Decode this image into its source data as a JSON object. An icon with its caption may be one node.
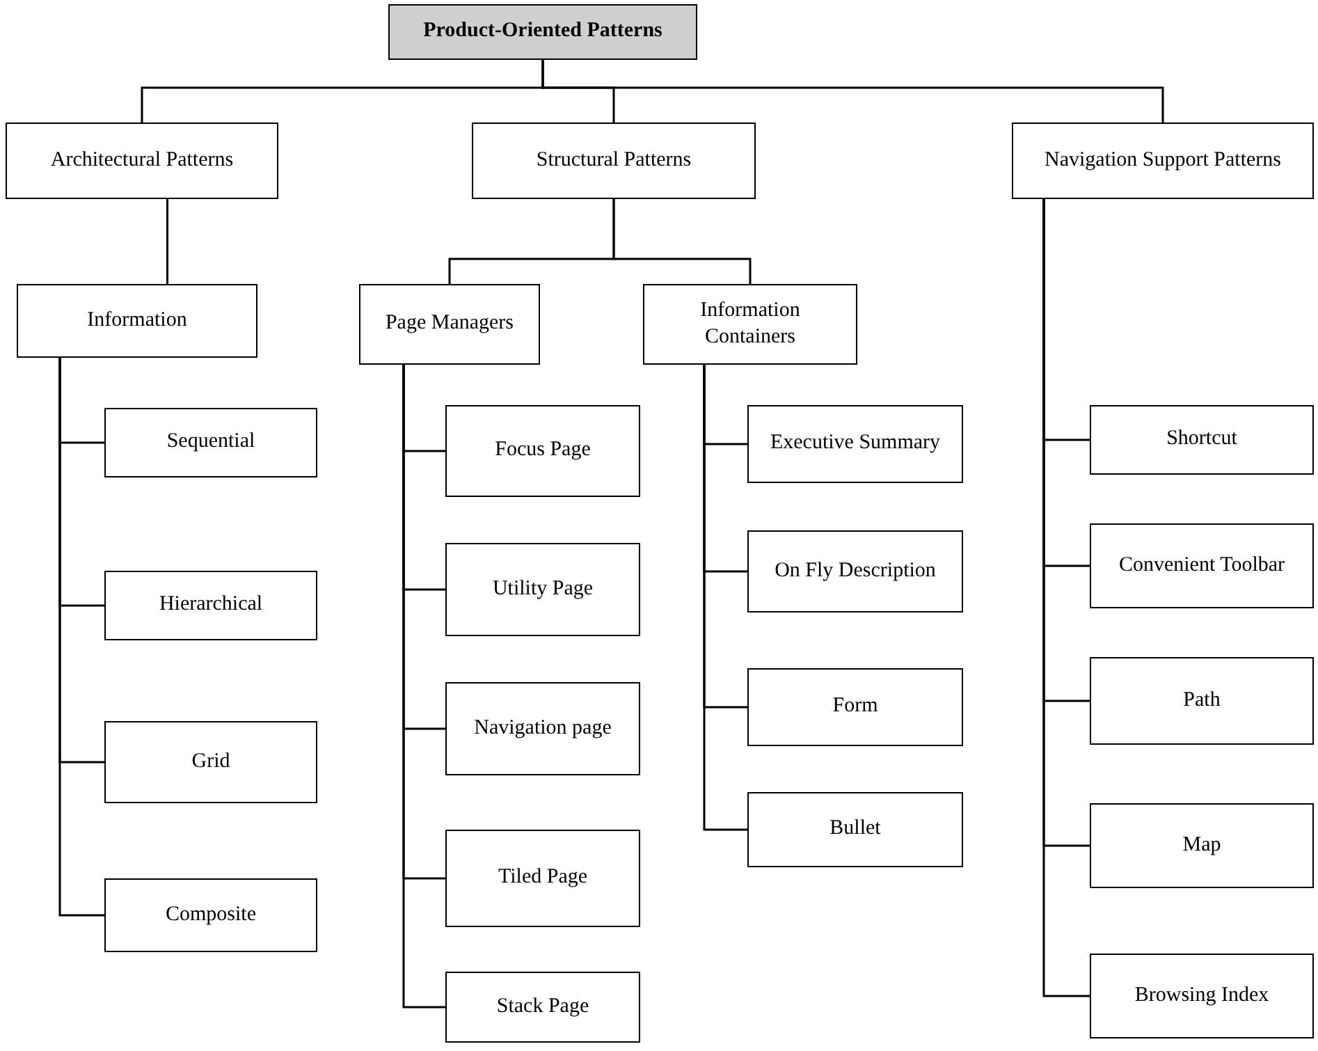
{
  "diagram": {
    "nodes": [
      {
        "text": [
          "Product-Oriented Patterns"
        ]
      },
      {
        "text": [
          "Architectural Patterns"
        ]
      },
      {
        "text": [
          "Structural Patterns"
        ]
      },
      {
        "text": [
          "Navigation Support Patterns"
        ]
      },
      {
        "text": [
          "Information"
        ]
      },
      {
        "text": [
          "Page Managers"
        ]
      },
      {
        "text": [
          "Information Containers"
        ]
      },
      {
        "text": [
          "Sequential"
        ]
      },
      {
        "text": [
          "Hierarchical"
        ]
      },
      {
        "text": [
          "Grid"
        ]
      },
      {
        "text": [
          "Composite"
        ]
      },
      {
        "text": [
          "Focus Page"
        ]
      },
      {
        "text": [
          "Utility Page"
        ]
      },
      {
        "text": [
          "Navigation page"
        ]
      },
      {
        "text": [
          "Tiled Page"
        ]
      },
      {
        "text": [
          "Stack Page"
        ]
      },
      {
        "text": [
          "Executive Summary"
        ]
      },
      {
        "text": [
          "On Fly Description"
        ]
      },
      {
        "text": [
          "Form"
        ]
      },
      {
        "text": [
          "Bullet"
        ]
      },
      {
        "text": [
          "Shortcut"
        ]
      },
      {
        "text": [
          "Convenient Toolbar"
        ]
      },
      {
        "text": [
          "Path"
        ]
      },
      {
        "text": [
          "Map"
        ]
      },
      {
        "text": [
          "Browsing Index"
        ]
      }
    ],
    "edges": [
      {
        "from": 0,
        "to": 1,
        "arrow": "none"
      },
      {
        "from": 0,
        "to": 2,
        "arrow": "none"
      },
      {
        "from": 0,
        "to": 3,
        "arrow": "none"
      },
      {
        "from": 1,
        "to": 4,
        "arrow": "none"
      },
      {
        "from": 2,
        "to": 5,
        "arrow": "none"
      },
      {
        "from": 2,
        "to": 6,
        "arrow": "none"
      },
      {
        "from": 4,
        "to": 7,
        "arrow": "none"
      },
      {
        "from": 4,
        "to": 8,
        "arrow": "none"
      },
      {
        "from": 4,
        "to": 9,
        "arrow": "none"
      },
      {
        "from": 4,
        "to": 10,
        "arrow": "none"
      },
      {
        "from": 5,
        "to": 11,
        "arrow": "none"
      },
      {
        "from": 5,
        "to": 12,
        "arrow": "none"
      },
      {
        "from": 5,
        "to": 13,
        "arrow": "none"
      },
      {
        "from": 5,
        "to": 14,
        "arrow": "none"
      },
      {
        "from": 5,
        "to": 15,
        "arrow": "none"
      },
      {
        "from": 6,
        "to": 16,
        "arrow": "none"
      },
      {
        "from": 6,
        "to": 17,
        "arrow": "none"
      },
      {
        "from": 6,
        "to": 18,
        "arrow": "none"
      },
      {
        "from": 6,
        "to": 19,
        "arrow": "none"
      },
      {
        "from": 3,
        "to": 20,
        "arrow": "none"
      },
      {
        "from": 3,
        "to": 21,
        "arrow": "none"
      },
      {
        "from": 3,
        "to": 22,
        "arrow": "none"
      },
      {
        "from": 3,
        "to": 23,
        "arrow": "none"
      },
      {
        "from": 3,
        "to": 24,
        "arrow": "none"
      }
    ]
  }
}
